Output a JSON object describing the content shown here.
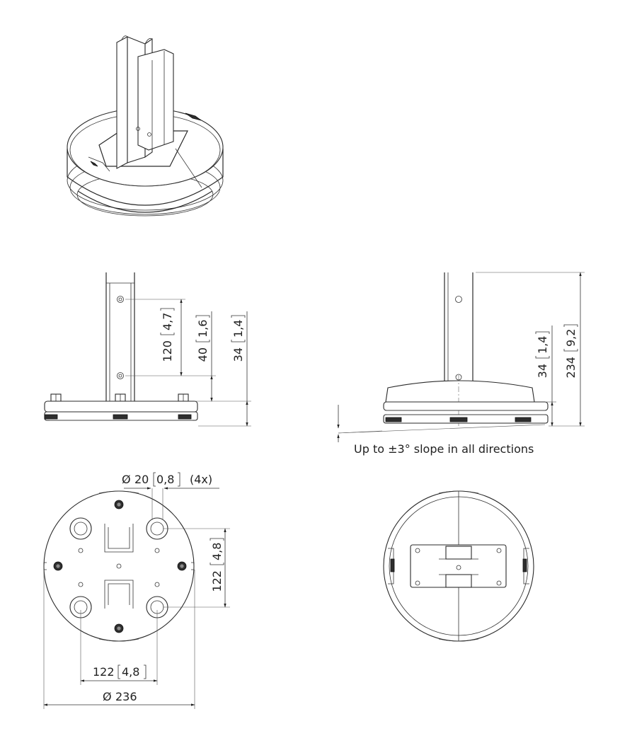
{
  "dimensions": {
    "front_post_hole_spacing": {
      "value": "120",
      "bracket": "4,7"
    },
    "front_lower_hole_height": {
      "value": "40",
      "bracket": "1,6"
    },
    "front_plate_height": {
      "value": "34",
      "bracket": "1,4"
    },
    "side_plate_height": {
      "value": "34",
      "bracket": "1,4"
    },
    "side_total_height": {
      "value": "234",
      "bracket": "9,2"
    },
    "hole_diameter": {
      "symbol": "Ø",
      "value": "20",
      "bracket": "0,8",
      "count": "(4x)"
    },
    "bottom_vertical_spacing": {
      "value": "122",
      "bracket": "4,8"
    },
    "bottom_horizontal_spacing": {
      "value": "122",
      "bracket": "4,8"
    },
    "base_diameter": {
      "symbol": "Ø",
      "value": "236"
    }
  },
  "notes": {
    "slope": "Up to ±3° slope in all directions"
  },
  "views": [
    "isometric-view",
    "front-view",
    "side-view",
    "bottom-plan-view",
    "top-plan-view"
  ]
}
